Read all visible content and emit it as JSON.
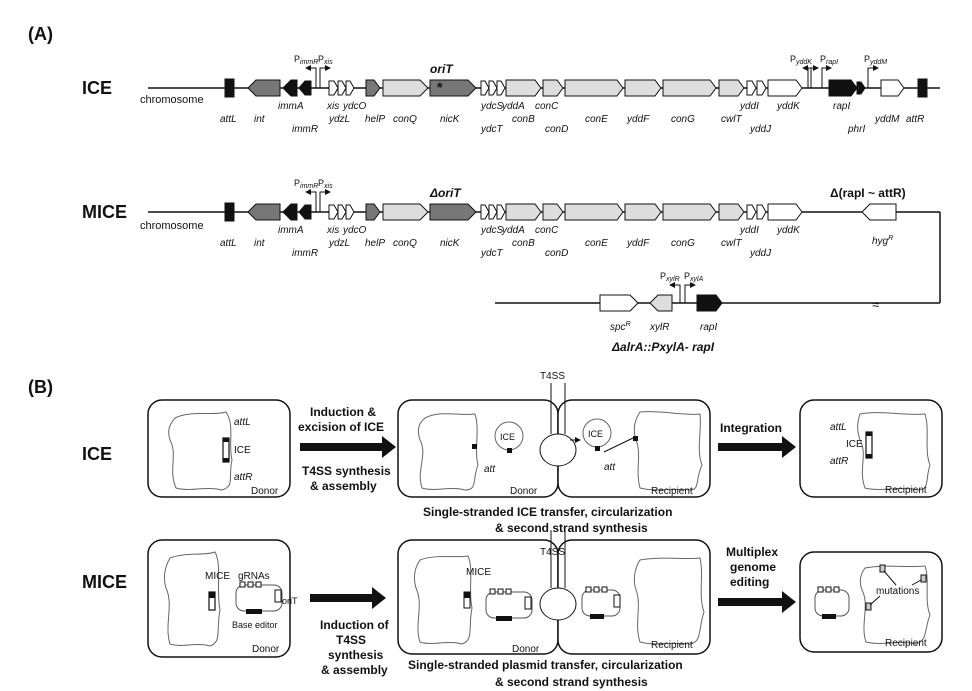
{
  "panels": {
    "a": "(A)",
    "b": "(B)"
  },
  "rows": {
    "ice": "ICE",
    "mice": "MICE"
  },
  "chromosome": "chromosome",
  "genes_top": [
    "attL",
    "int",
    "immA",
    "immR",
    "xis",
    "ydcO",
    "ydzL",
    "helP",
    "conQ",
    "nicK",
    "ydcS",
    "yddA",
    "ydcT",
    "conB",
    "conC",
    "conD",
    "conE",
    "yddF",
    "conG",
    "cwlT",
    "yddI",
    "yddJ",
    "yddK",
    "rapI",
    "phrI",
    "yddM",
    "attR"
  ],
  "genes_mid": [
    "attL",
    "int",
    "immA",
    "immR",
    "xis",
    "ydcO",
    "ydzL",
    "helP",
    "conQ",
    "nicK",
    "ydcS",
    "yddA",
    "ydcT",
    "conB",
    "conC",
    "conD",
    "conE",
    "yddF",
    "conG",
    "cwlT",
    "yddI",
    "yddJ",
    "yddK",
    "hyg"
  ],
  "promoters": {
    "pimmr": "P",
    "pimmr_sub": "immR",
    "pxis": "P",
    "pxis_sub": "xis",
    "pyddk": "P",
    "pyddk_sub": "yddK",
    "prapi": "P",
    "prapi_sub": "rapI",
    "pyddm": "P",
    "pyddm_sub": "yddM",
    "pxylr": "P",
    "pxylr_sub": "xylR",
    "pxyla": "P",
    "pxyla_sub": "xylA"
  },
  "oriT_label": "oriT",
  "delta_oriT": "ΔoriT",
  "delta_rapi": "Δ(rapI ~ attR)",
  "hyg_sup": "R",
  "bottom_genes": {
    "spc": "spc",
    "spc_sup": "R",
    "xylR": "xylR",
    "rapI": "rapI"
  },
  "alrA_label": "ΔalrA::PxylA- rapI",
  "b_ice": {
    "donor_attL": "attL",
    "donor_ice": "ICE",
    "donor_attR": "attR",
    "donor": "Donor",
    "arrow1_lines": [
      "Induction &",
      "excision of ICE"
    ],
    "arrow1_below": [
      "T4SS synthesis",
      "& assembly"
    ],
    "t4ss": "T4SS",
    "circle_ice": "ICE",
    "att": "att",
    "mid_donor": "Donor",
    "recipient": "Recipient",
    "caption": [
      "Single-stranded ICE transfer, circularization",
      "& second strand synthesis"
    ],
    "arrow2": "Integration",
    "final_attL": "attL",
    "final_ice": "ICE",
    "final_attR": "attR",
    "final_recipient": "Recipient"
  },
  "b_mice": {
    "mice": "MICE",
    "grnas": "gRNAs",
    "oriT": "oriT",
    "base_editor": "Base editor",
    "donor": "Donor",
    "arrow1": [
      "Induction of",
      "T4SS",
      "synthesis",
      "& assembly"
    ],
    "t4ss": "T4SS",
    "mid_mice": "MICE",
    "mid_donor": "Donor",
    "recipient": "Recipient",
    "caption": [
      "Single-stranded plasmid transfer, circularization",
      "& second strand synthesis"
    ],
    "arrow2": [
      "Multiplex",
      "genome",
      "editing"
    ],
    "mutations": "mutations",
    "final_recipient": "Recipient"
  }
}
